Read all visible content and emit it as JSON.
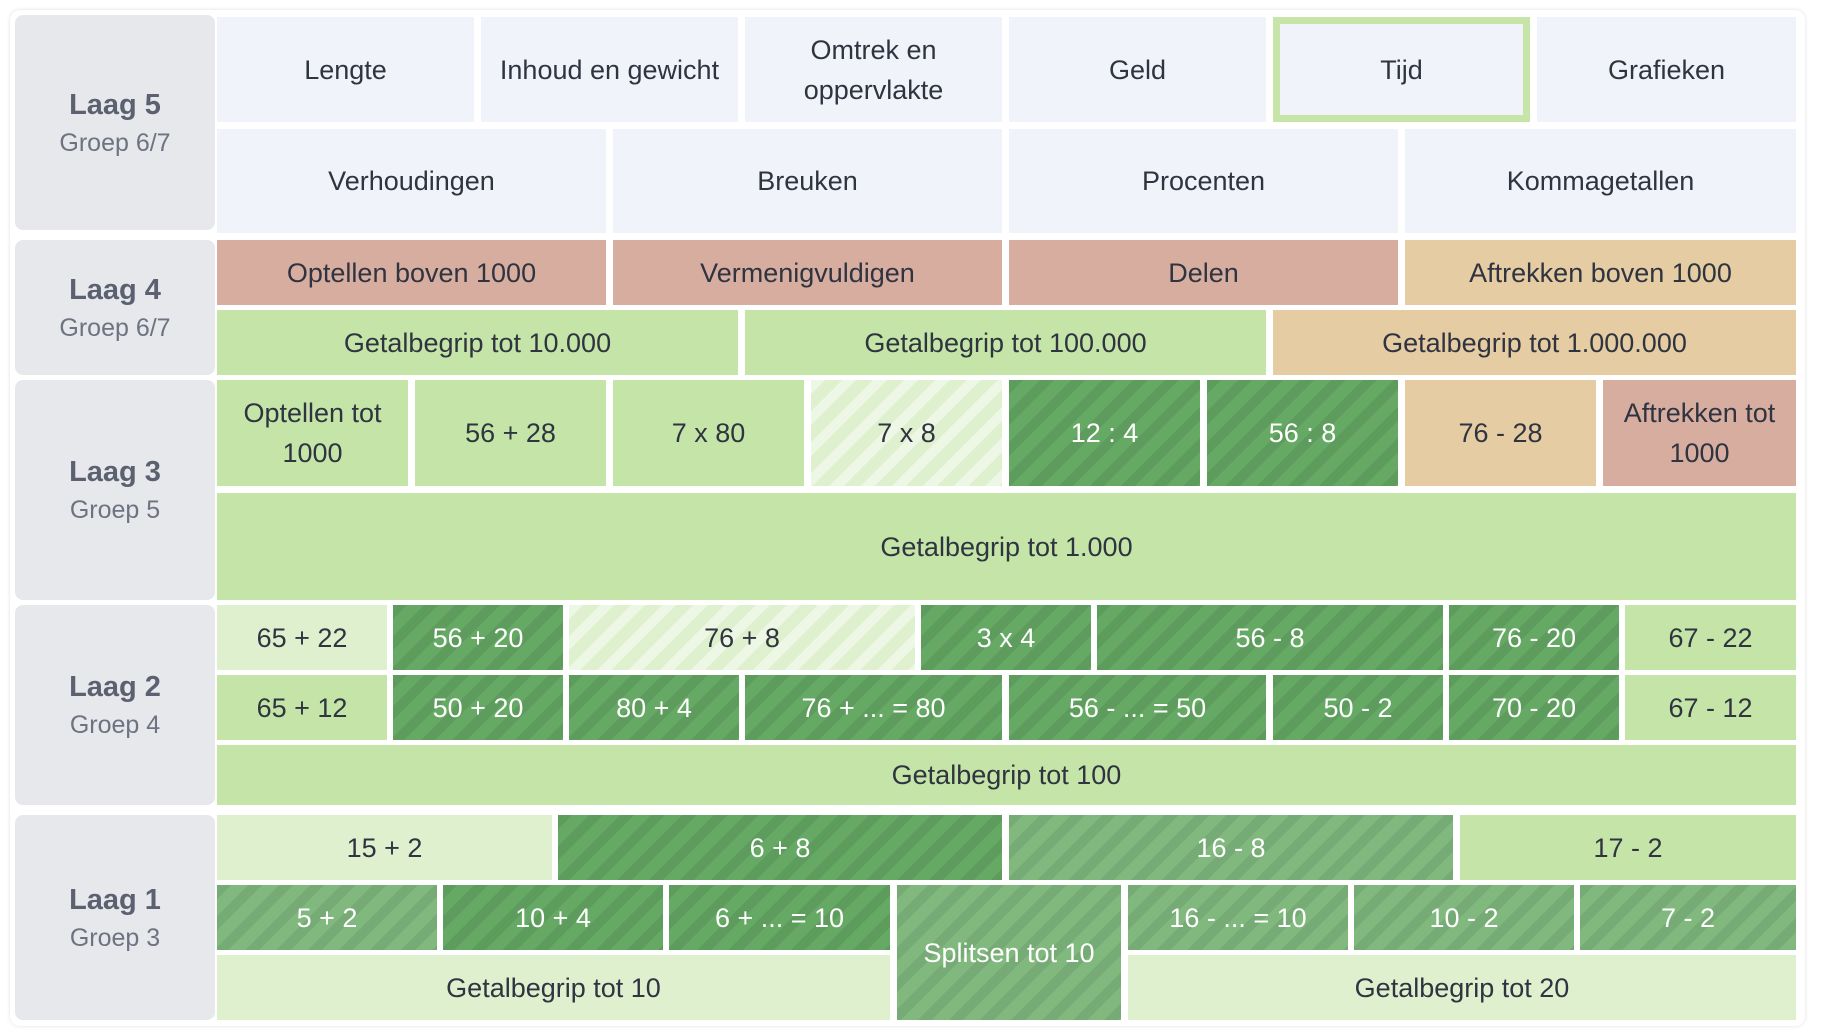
{
  "colors": {
    "tile_light": "#f0f3fa",
    "tile_pale_green": "#dff0cf",
    "tile_green": "#c4e5a7",
    "tile_dark_green": "#65a965",
    "tile_mid_green": "#80b87e",
    "tile_rose": "#d7ada0",
    "tile_sand": "#e5cca2",
    "label_bg": "#e7e8ec",
    "selected_border": "#c7e5a9"
  },
  "layers": {
    "laag5": {
      "title": "Laag 5",
      "group": "Groep 6/7"
    },
    "laag4": {
      "title": "Laag 4",
      "group": "Groep 6/7"
    },
    "laag3": {
      "title": "Laag 3",
      "group": "Groep 5"
    },
    "laag2": {
      "title": "Laag 2",
      "group": "Groep 4"
    },
    "laag1": {
      "title": "Laag 1",
      "group": "Groep 3"
    }
  },
  "laag5": {
    "row1": [
      "Lengte",
      "Inhoud en gewicht",
      "Omtrek en oppervlakte",
      "Geld",
      "Tijd",
      "Grafieken"
    ],
    "row2": [
      "Verhoudingen",
      "Breuken",
      "Procenten",
      "Kommagetallen"
    ],
    "selected": "Tijd"
  },
  "laag4": {
    "row1": [
      "Optellen boven 1000",
      "Vermenigvuldigen",
      "Delen",
      "Aftrekken boven 1000"
    ],
    "row2": [
      "Getalbegrip tot 10.000",
      "Getalbegrip tot 100.000",
      "Getalbegrip tot 1.000.000"
    ]
  },
  "laag3": {
    "row1": [
      "Optellen tot 1000",
      "56 + 28",
      "7 x 80",
      "7 x 8",
      "12 : 4",
      "56 : 8",
      "76 - 28",
      "Aftrekken tot 1000"
    ],
    "row2": "Getalbegrip tot 1.000"
  },
  "laag2": {
    "row1": [
      "65 + 22",
      "56 + 20",
      "76 + 8",
      "3 x 4",
      "56 - 8",
      "76 - 20",
      "67 - 22"
    ],
    "row2": [
      "65 + 12",
      "50 + 20",
      "80 + 4",
      "76 + ... = 80",
      "56 - ... = 50",
      "50 - 2",
      "70 - 20",
      "67 - 12"
    ],
    "row3": "Getalbegrip tot 100"
  },
  "laag1": {
    "row1": [
      "15 + 2",
      "6 + 8",
      "16 - 8",
      "17 - 2"
    ],
    "row2": [
      "5 + 2",
      "10 + 4",
      "6 + ... = 10",
      "16 - ... = 10",
      "10 - 2",
      "7 - 2"
    ],
    "splitsen": "Splitsen tot 10",
    "row3": [
      "Getalbegrip tot 10",
      "Getalbegrip tot 20"
    ]
  }
}
